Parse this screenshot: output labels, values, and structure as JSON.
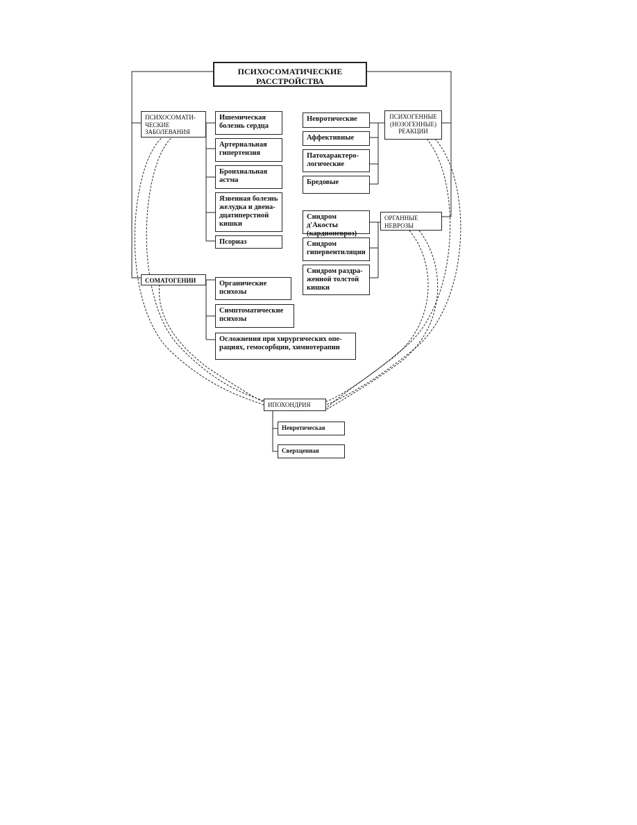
{
  "title": "ПСИХОСОМАТИЧЕСКИЕ\nРАССТРОЙСТВА",
  "categories": {
    "psychosomatic_diseases": "ПСИХОСОМАТИ-\nЧЕСКИЕ\nЗАБОЛЕВАНИЯ",
    "psychogenic_reactions": "ПСИХОГЕННЫЕ\n(НОЗОГЕННЫЕ)\nРЕАКЦИИ",
    "organ_neuroses": "ОРГАННЫЕ\nНЕВРОЗЫ",
    "somatogenies": "СОМАТОГЕНИИ",
    "hypochondria": "ИПОХОНДРИЯ"
  },
  "diseases": [
    "Ишемическая\nболезнь сердца",
    "Артериальная\nгипертензия",
    "Бронхиальная\nастма",
    "Язвенная болезнь\nжелудка и двена-\nдцатиперстной\nкишки",
    "Псориаз"
  ],
  "reactions": [
    "Невротические",
    "Аффективные",
    "Патохарактеро-\nлогические",
    "Бредовые"
  ],
  "neuroses": [
    "Синдром д'Акосты\n(кардионевроз)",
    "Синдром\nгипервентиляции",
    "Синдром раздра-\nженной толстой\nкишки"
  ],
  "somatogenies": [
    "Органические\nпсихозы",
    "Симптоматические\nпсихозы",
    "Осложнения при хирургических опе-\nрациях, гемосорбции, химиотерапии"
  ],
  "hypochondria_types": [
    "Невротическая",
    "Сверхценная"
  ]
}
